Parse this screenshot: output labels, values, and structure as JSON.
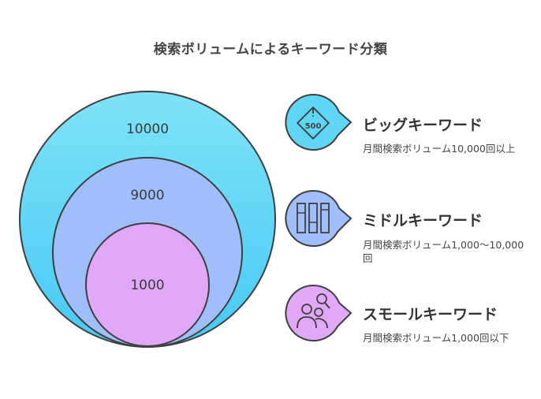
{
  "title": "検索ボリュームによるキーワード分類",
  "circles": [
    {
      "label": "10000",
      "color": "#5fd6f4"
    },
    {
      "label": "9000",
      "color": "#9fbef7"
    },
    {
      "label": "1000",
      "color": "#e0a8f4"
    }
  ],
  "items": [
    {
      "heading": "ビッグキーワード",
      "description": "月間検索ボリューム10,000回以上",
      "icon": "alert-500-icon",
      "badge": "500",
      "color": "#5fd6f4"
    },
    {
      "heading": "ミドルキーワード",
      "description": "月間検索ボリューム1,000〜10,000回",
      "icon": "bars-columns-icon",
      "color": "#9fbef7"
    },
    {
      "heading": "スモールキーワード",
      "description": "月間検索ボリューム1,000回以下",
      "icon": "users-search-icon",
      "color": "#e0a8f4"
    }
  ]
}
